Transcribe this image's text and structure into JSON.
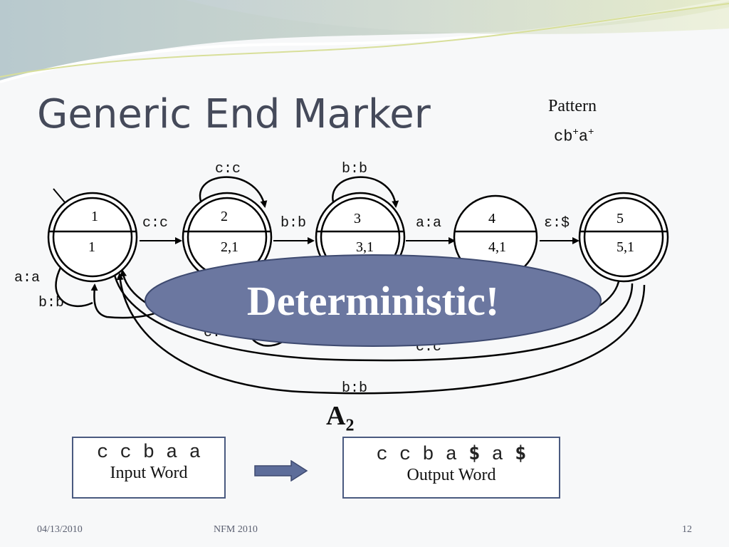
{
  "slide": {
    "title": "Generic End Marker",
    "pattern_label": "Pattern",
    "pattern_base": "cb",
    "pattern_sup1": "+",
    "pattern_mid": "a",
    "pattern_sup2": "+"
  },
  "automaton": {
    "name": "A",
    "name_sub": "2",
    "states": [
      {
        "top": "1",
        "bottom": "1"
      },
      {
        "top": "2",
        "bottom": "2,1"
      },
      {
        "top": "3",
        "bottom": "3,1"
      },
      {
        "top": "4",
        "bottom": "4,1"
      },
      {
        "top": "5",
        "bottom": "5,1"
      }
    ],
    "edge_labels": {
      "e12": "c:c",
      "e23": "b:b",
      "e34": "a:a",
      "e45": "ε:$",
      "loop2": "c:c",
      "loop3": "b:b",
      "self1_a": "a:a",
      "self1_b": "b:b",
      "back_c": "c:c",
      "back_b": "b:b",
      "back_partial": "c:"
    },
    "overlay": "Deterministic!"
  },
  "io": {
    "input_word": "c c b a a",
    "input_caption": "Input Word",
    "output_part1": "c c b a ",
    "output_dollar1": "$",
    "output_part2": " a ",
    "output_dollar2": "$",
    "output_caption": "Output Word"
  },
  "footer": {
    "date": "04/13/2010",
    "venue": "NFM 2010",
    "page": "12"
  },
  "colors": {
    "title": "#454a5a",
    "overlay_fill": "#6b77a0",
    "box_border": "#4a5a80"
  }
}
